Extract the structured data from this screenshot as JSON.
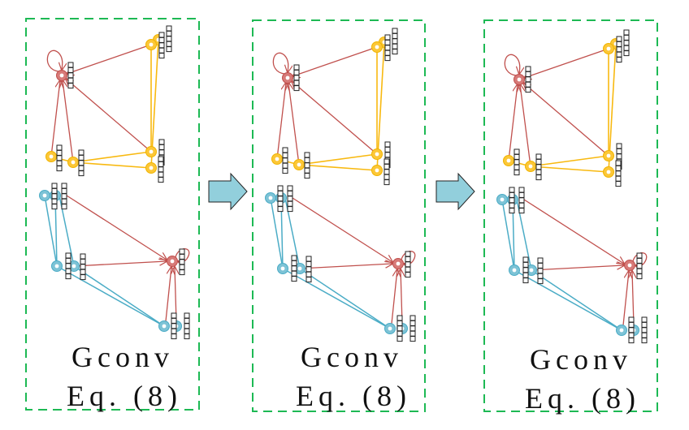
{
  "figure": {
    "description": "Three-stage graph convolution illustration: a multi-relational graph repeatedly transformed by Gconv (Eq. 8)",
    "colors": {
      "border": "#1db954",
      "arrow_fill": "#92cfdc",
      "arrow_stroke": "#222222",
      "center_node": "#d77a78",
      "center_edge": "#c0504d",
      "yellow_node": "#fcc737",
      "yellow_edge": "#f8b910",
      "blue_node": "#7dc3d6",
      "blue_edge": "#4bacc6",
      "feature_cell": "#222222"
    },
    "panels": [
      {
        "id": "stage-1",
        "label_line1": "Gconv",
        "label_line2": "Eq. (8)"
      },
      {
        "id": "stage-2",
        "label_line1": "Gconv",
        "label_line2": "Eq. (8)"
      },
      {
        "id": "stage-3",
        "label_line1": "Gconv",
        "label_line2": "Eq. (8)"
      }
    ],
    "arrows": [
      {
        "from": "stage-1",
        "to": "stage-2",
        "icon": "right-arrow-icon"
      },
      {
        "from": "stage-2",
        "to": "stage-3",
        "icon": "right-arrow-icon"
      }
    ],
    "graph": {
      "upper_cluster": {
        "center": {
          "group": "red",
          "feature_cells": 5,
          "self_loop": true
        },
        "neighbors": [
          {
            "group": "yellow",
            "feature_cells": 5
          },
          {
            "group": "yellow",
            "feature_cells": 5
          },
          {
            "group": "yellow",
            "feature_cells": 5
          },
          {
            "group": "yellow",
            "feature_cells": 5
          },
          {
            "group": "yellow",
            "feature_cells": 5
          },
          {
            "group": "yellow",
            "feature_cells": 5
          }
        ]
      },
      "lower_cluster": {
        "center": {
          "group": "red",
          "feature_cells": 5,
          "self_loop": true
        },
        "neighbors": [
          {
            "group": "blue",
            "feature_cells": 5
          },
          {
            "group": "blue",
            "feature_cells": 5
          },
          {
            "group": "blue",
            "feature_cells": 5
          },
          {
            "group": "blue",
            "feature_cells": 5
          },
          {
            "group": "blue",
            "feature_cells": 5
          },
          {
            "group": "blue",
            "feature_cells": 5
          }
        ]
      }
    }
  }
}
